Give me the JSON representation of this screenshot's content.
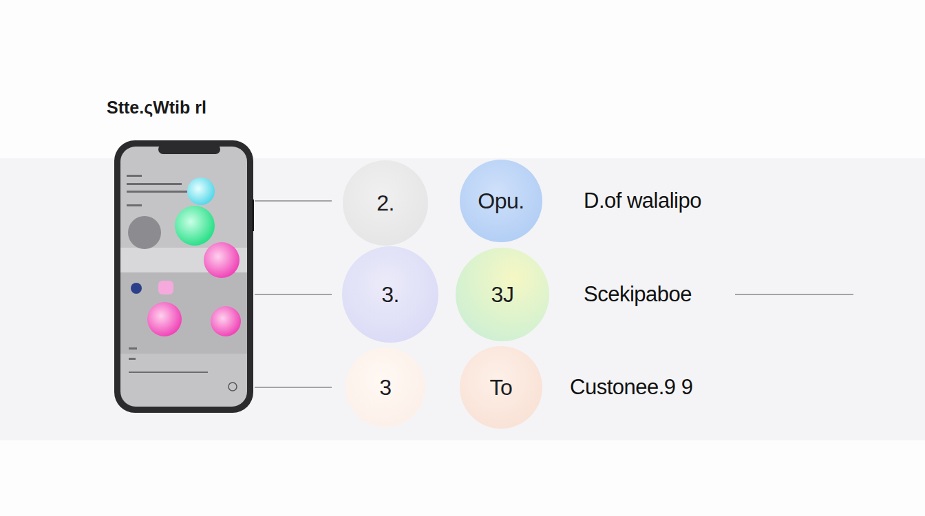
{
  "diagram": {
    "title": "Stte.ςWtib rl",
    "nodes": [
      {
        "text": [
          "2."
        ]
      },
      {
        "text": [
          "Opu."
        ]
      },
      {
        "text": [
          "3."
        ]
      },
      {
        "text": [
          "3J"
        ]
      },
      {
        "text": [
          "3"
        ]
      },
      {
        "text": [
          "To"
        ]
      }
    ],
    "labels": [
      "D.of walalipo",
      "Scekipaboe",
      "Custonee.9 9"
    ]
  }
}
